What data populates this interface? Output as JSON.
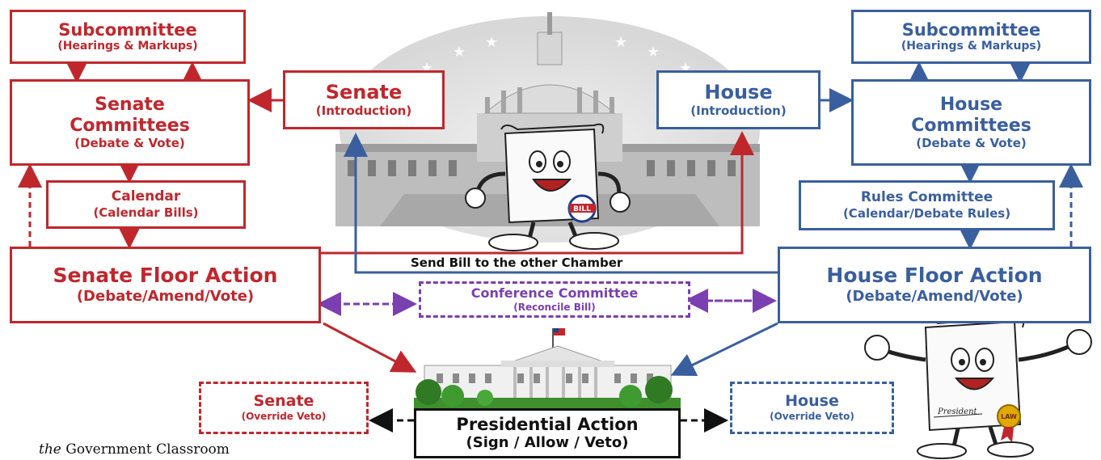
{
  "senate_side": {
    "subcommittee": {
      "title": "Subcommittee",
      "sub": "(Hearings & Markups)"
    },
    "committees": {
      "title_line1": "Senate",
      "title_line2": "Committees",
      "sub": "(Debate & Vote)"
    },
    "calendar": {
      "title": "Calendar",
      "sub": "(Calendar Bills)"
    },
    "floor": {
      "title": "Senate Floor Action",
      "sub": "(Debate/Amend/Vote)"
    },
    "introduction": {
      "title": "Senate",
      "sub": "(Introduction)"
    },
    "override": {
      "title": "Senate",
      "sub": "(Override Veto)"
    }
  },
  "house_side": {
    "subcommittee": {
      "title": "Subcommittee",
      "sub": "(Hearings & Markups)"
    },
    "committees": {
      "title_line1": "House",
      "title_line2": "Committees",
      "sub": "(Debate & Vote)"
    },
    "rules": {
      "title": "Rules Committee",
      "sub": "(Calendar/Debate Rules)"
    },
    "floor": {
      "title": "House Floor Action",
      "sub": "(Debate/Amend/Vote)"
    },
    "introduction": {
      "title": "House",
      "sub": "(Introduction)"
    },
    "override": {
      "title": "House",
      "sub": "(Override Veto)"
    }
  },
  "conference": {
    "title": "Conference Committee",
    "sub": "(Reconcile Bill)"
  },
  "presidential": {
    "title": "Presidential Action",
    "sub": "(Sign / Allow / Veto)"
  },
  "send_bill_caption": "Send Bill to the other Chamber",
  "bill_badge": "BILL",
  "law_doc": {
    "signature": "President",
    "seal": "LAW"
  },
  "logo": {
    "the": "the",
    "name": "Government Classroom"
  },
  "colors": {
    "senate": "#c0272d",
    "house": "#3a5f9e",
    "conference": "#7a3fb0",
    "president": "#111111"
  }
}
